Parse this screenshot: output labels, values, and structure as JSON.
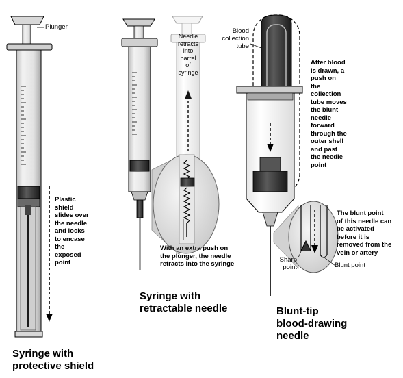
{
  "syringes": [
    {
      "title_lines": [
        "Syringe with",
        "protective shield"
      ],
      "labels": {
        "plunger": "Plunger"
      },
      "note_lines": [
        "Plastic",
        "shield",
        "slides over",
        "the needle",
        "and locks",
        "to encase",
        "the",
        "exposed",
        "point"
      ]
    },
    {
      "title_lines": [
        "Syringe with",
        "retractable needle"
      ],
      "inset_lines": [
        "Needle",
        "retracts",
        "into",
        "barrel",
        "of",
        "syringe"
      ],
      "note_lines": [
        "With an extra push on",
        "the plunger, the needle",
        "retracts into the syringe"
      ]
    },
    {
      "title_lines": [
        "Blunt-tip",
        "blood-drawing",
        "needle"
      ],
      "labels": {
        "tube_lines": [
          "Blood",
          "collection",
          "tube"
        ],
        "sharp_lines": [
          "Sharp",
          "point"
        ],
        "blunt": "Blunt point"
      },
      "note_lines": [
        "After blood",
        "is drawn, a",
        "push on",
        "the",
        "collection",
        "tube moves",
        "the blunt",
        "needle",
        "forward",
        "through the",
        "outer shell",
        "and past",
        "the needle",
        "point"
      ],
      "detail_lines": [
        "The blunt point",
        "of this needle can",
        "be activated",
        "before it is",
        "removed from the",
        "vein or artery"
      ]
    }
  ],
  "colors": {
    "ink": "#000000",
    "plastic": "#d4d4d4",
    "dark": "#3a3a3a",
    "paper": "#ffffff"
  }
}
